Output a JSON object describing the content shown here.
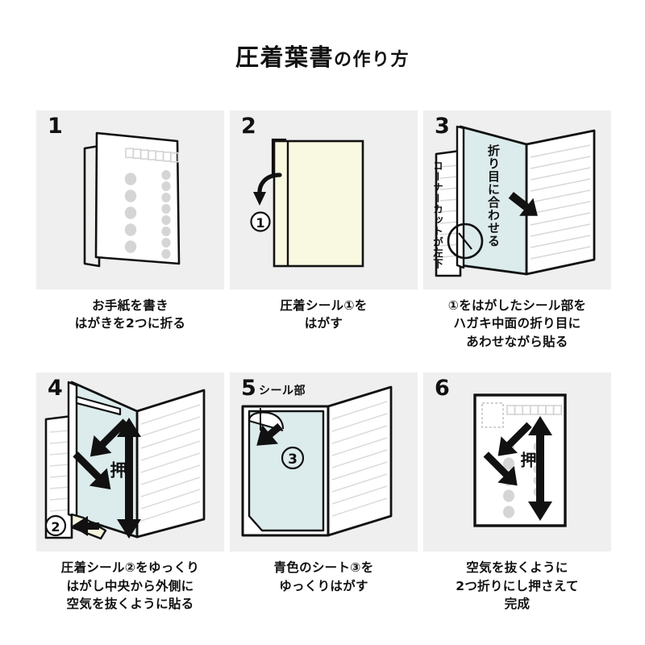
{
  "title": {
    "main": "圧着葉書",
    "suffix": "の作り方",
    "full": "圧着葉書の作り方"
  },
  "colors": {
    "panel_bg": "#efeff0",
    "page_bg": "#ffffff",
    "ink": "#111111",
    "paper_white": "#ffffff",
    "seal_cream": "#f9f8e0",
    "seal_blue": "#dcebec",
    "rule_line": "#d8d8d8",
    "dot_gray": "#d3d3d3"
  },
  "steps": [
    {
      "number": "1",
      "caption": [
        "お手紙を書き",
        "はがきを2つに折る"
      ],
      "labels": [],
      "icon_notes": "folded postcard showing postal-code boxes and address dots",
      "postal_boxes": 7
    },
    {
      "number": "2",
      "caption": [
        "圧着シール①を",
        "はがす"
      ],
      "labels": [
        "①"
      ],
      "icon_notes": "cream sheet with blue peel tab and curved arrow marked 1"
    },
    {
      "number": "3",
      "caption": [
        "①をはがしたシール部を",
        "ハガキ中面の折り目に",
        "あわせながら貼る"
      ],
      "labels": [
        "コーナーカットが左下",
        "折り目に合わせる"
      ],
      "icon_notes": "open card, blue seal panel aligned to fold, magnifier circle on corner cut"
    },
    {
      "number": "4",
      "caption": [
        "圧着シール②をゆっくり",
        "はがし中央から外側に",
        "空気を抜くように貼る"
      ],
      "labels": [
        "押",
        "②"
      ],
      "icon_notes": "open card with blue seal, press arrows radiating out, tab 2 at lower left"
    },
    {
      "number": "5",
      "caption": [
        "青色のシート③を",
        "ゆっくりはがす"
      ],
      "labels": [
        "シール部",
        "③"
      ],
      "icon_notes": "blue sheet 3 being peeled from corner of the open card"
    },
    {
      "number": "6",
      "caption": [
        "空気を抜くように",
        "2つ折りにし押さえて",
        "完成"
      ],
      "labels": [
        "押"
      ],
      "icon_notes": "finished postcard with stamp box, postal-code boxes and press arrows",
      "postal_boxes": 7
    }
  ]
}
